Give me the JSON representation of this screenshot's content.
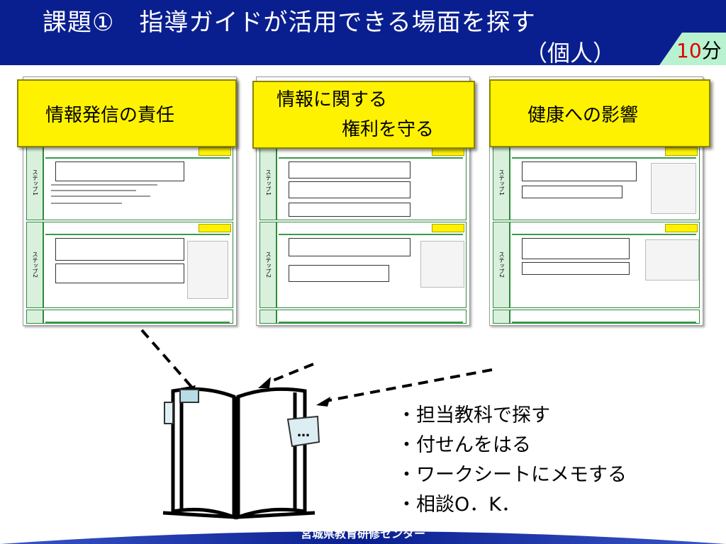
{
  "header": {
    "title": "課題①　指導ガイドが活用できる場面を探す",
    "subtitle": "（個人）",
    "timer": {
      "number": "10",
      "unit": "分"
    }
  },
  "cards": [
    {
      "banner_lines": [
        "情報発信の責任"
      ]
    },
    {
      "banner_lines": [
        "情報に関する",
        "権利を守る"
      ]
    },
    {
      "banner_lines": [
        "健康への影響"
      ]
    }
  ],
  "bullets": [
    "・担当教科で探す",
    "・付せんをはる",
    "・ワークシートにメモする",
    "・相談O．K．"
  ],
  "footer": {
    "org": "宮城県教育研修センター"
  },
  "colors": {
    "header": "#0a1f8f",
    "banner": "#fff200",
    "step_green": "#2e8b3a",
    "timer_tab": "#b9f2d0",
    "footer_dark": "#0a1f8f",
    "footer_light": "#3a55c8"
  },
  "icons": {
    "book": "open-book-icon",
    "note": "sticky-note-icon"
  }
}
